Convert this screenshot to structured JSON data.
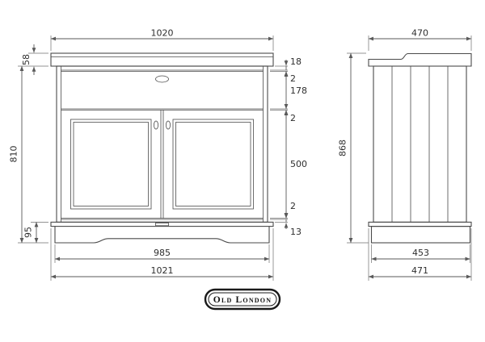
{
  "brand": {
    "logo_text": "Old London"
  },
  "front": {
    "top_width": "1020",
    "counter_height": "58",
    "cabinet_height": "810",
    "plinth_height": "95",
    "base_width": "985",
    "overall_width": "1021",
    "top_rail": "18",
    "gap_top": "2",
    "drawer_height": "178",
    "gap_mid": "2",
    "door_height": "500",
    "gap_bottom": "2",
    "bottom_rail": "13"
  },
  "side": {
    "top_depth": "470",
    "overall_height": "868",
    "base_depth": "453",
    "overall_depth": "471"
  },
  "colors": {
    "line": "#4a4a4a",
    "dimension": "#5a5a5a",
    "text": "#2e2e2e",
    "background": "#ffffff"
  }
}
